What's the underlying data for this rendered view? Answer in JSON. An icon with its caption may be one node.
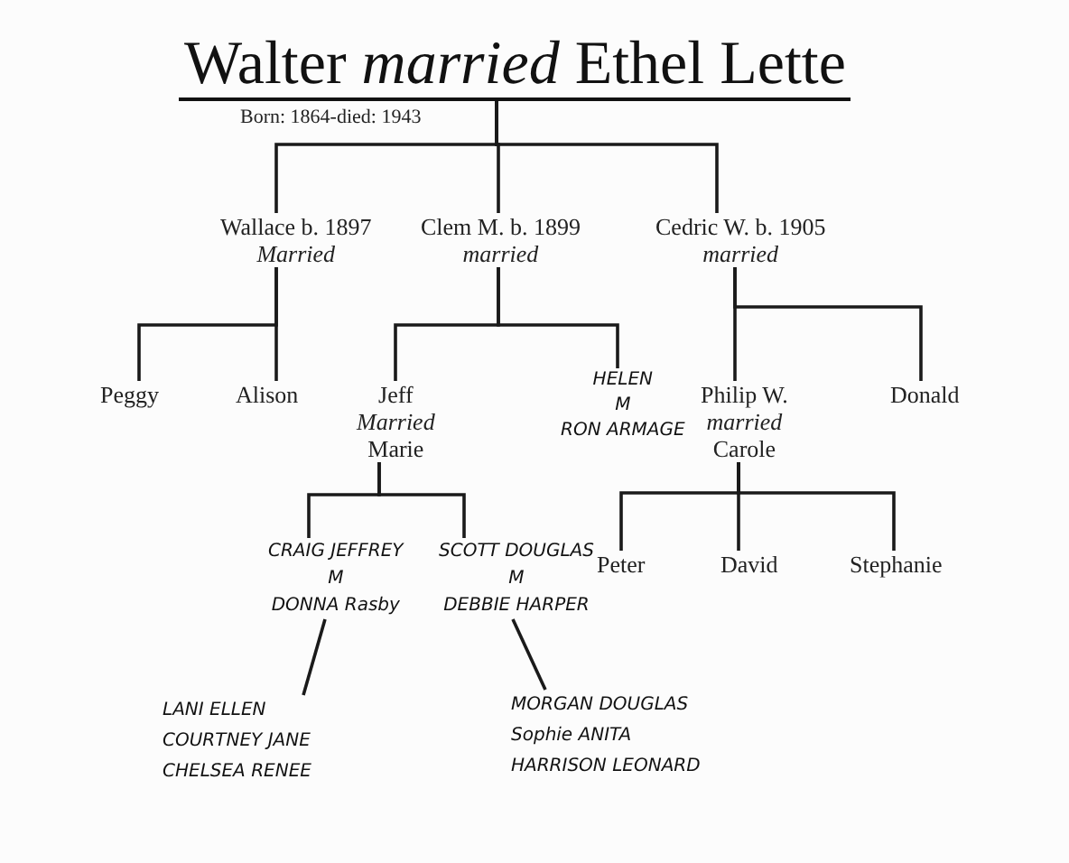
{
  "diagram": {
    "nodes": [
      {
        "text": [
          "Walter *married* Ethel Lette"
        ],
        "beside": [
          "Born: 1864-died: 1943"
        ]
      },
      {
        "text": [
          "Wallace b. 1897",
          "Married"
        ]
      },
      {
        "text": [
          "Clem M. b. 1899",
          "married"
        ]
      },
      {
        "text": [
          "Cedric W. b. 1905",
          "married"
        ]
      },
      {
        "text": [
          "Peggy"
        ]
      },
      {
        "text": [
          "Alison"
        ]
      },
      {
        "text": [
          "Jeff",
          "Married",
          "Marie"
        ]
      },
      {
        "text": [
          "HELEN",
          "M",
          "RON ARMAGE"
        ]
      },
      {
        "text": [
          "Philip W.",
          "married",
          "Carole"
        ]
      },
      {
        "text": [
          "Donald"
        ]
      },
      {
        "text": [
          "CRAIG JEFFREY",
          "M",
          "DONNA Rasby"
        ]
      },
      {
        "text": [
          "SCOTT DOUGLAS",
          "M",
          "DEBBIE HARPER"
        ]
      },
      {
        "text": [
          "Peter"
        ]
      },
      {
        "text": [
          "David"
        ]
      },
      {
        "text": [
          "Stephanie"
        ]
      },
      {
        "text": [
          "LANI ELLEN",
          "COURTNEY JANE",
          "CHELSEA RENEE"
        ]
      },
      {
        "text": [
          "MORGAN DOUGLAS",
          "Sophie ANITA",
          "HARRISON LEONARD"
        ]
      }
    ],
    "edges": [
      {
        "from": 0,
        "to": 1,
        "arrow": "none"
      },
      {
        "from": 0,
        "to": 2,
        "arrow": "none"
      },
      {
        "from": 0,
        "to": 3,
        "arrow": "none"
      },
      {
        "from": 1,
        "to": 4,
        "arrow": "none"
      },
      {
        "from": 1,
        "to": 5,
        "arrow": "none"
      },
      {
        "from": 2,
        "to": 6,
        "arrow": "none"
      },
      {
        "from": 2,
        "to": 7,
        "arrow": "none"
      },
      {
        "from": 3,
        "to": 8,
        "arrow": "none"
      },
      {
        "from": 3,
        "to": 9,
        "arrow": "none"
      },
      {
        "from": 6,
        "to": 10,
        "arrow": "none"
      },
      {
        "from": 6,
        "to": 11,
        "arrow": "none"
      },
      {
        "from": 8,
        "to": 12,
        "arrow": "none"
      },
      {
        "from": 8,
        "to": 13,
        "arrow": "none"
      },
      {
        "from": 8,
        "to": 14,
        "arrow": "none"
      },
      {
        "from": 10,
        "to": 15,
        "arrow": "none"
      },
      {
        "from": 11,
        "to": 16,
        "arrow": "none"
      }
    ]
  }
}
